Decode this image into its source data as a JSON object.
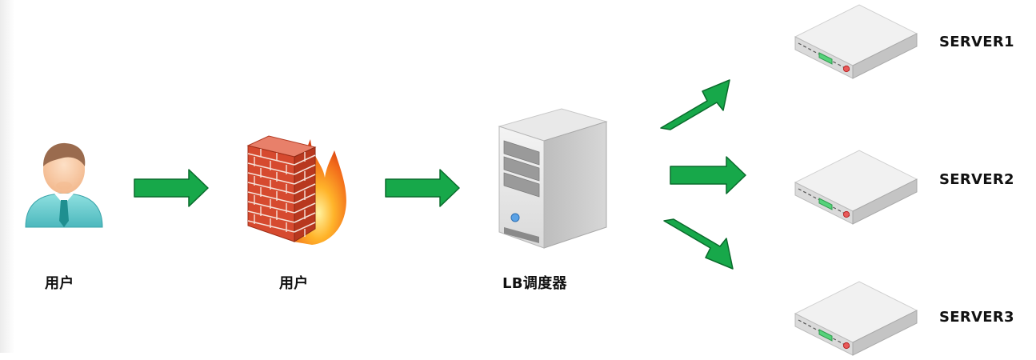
{
  "nodes": {
    "user": {
      "label": "用户"
    },
    "firewall": {
      "label": "用户"
    },
    "lb": {
      "label": "LB调度器"
    },
    "server1": {
      "label": "SERVER1"
    },
    "server2": {
      "label": "SERVER2"
    },
    "server3": {
      "label": "SERVER3"
    }
  },
  "colors": {
    "arrow": "#17a84a",
    "arrow_outline": "#0a6b2c",
    "brick": "#d64a2f",
    "server_led_green": "#56d27a",
    "server_led_red": "#e85a5a"
  },
  "icons": [
    "user-icon",
    "firewall-icon",
    "tower-server-icon",
    "rack-server-icon"
  ]
}
